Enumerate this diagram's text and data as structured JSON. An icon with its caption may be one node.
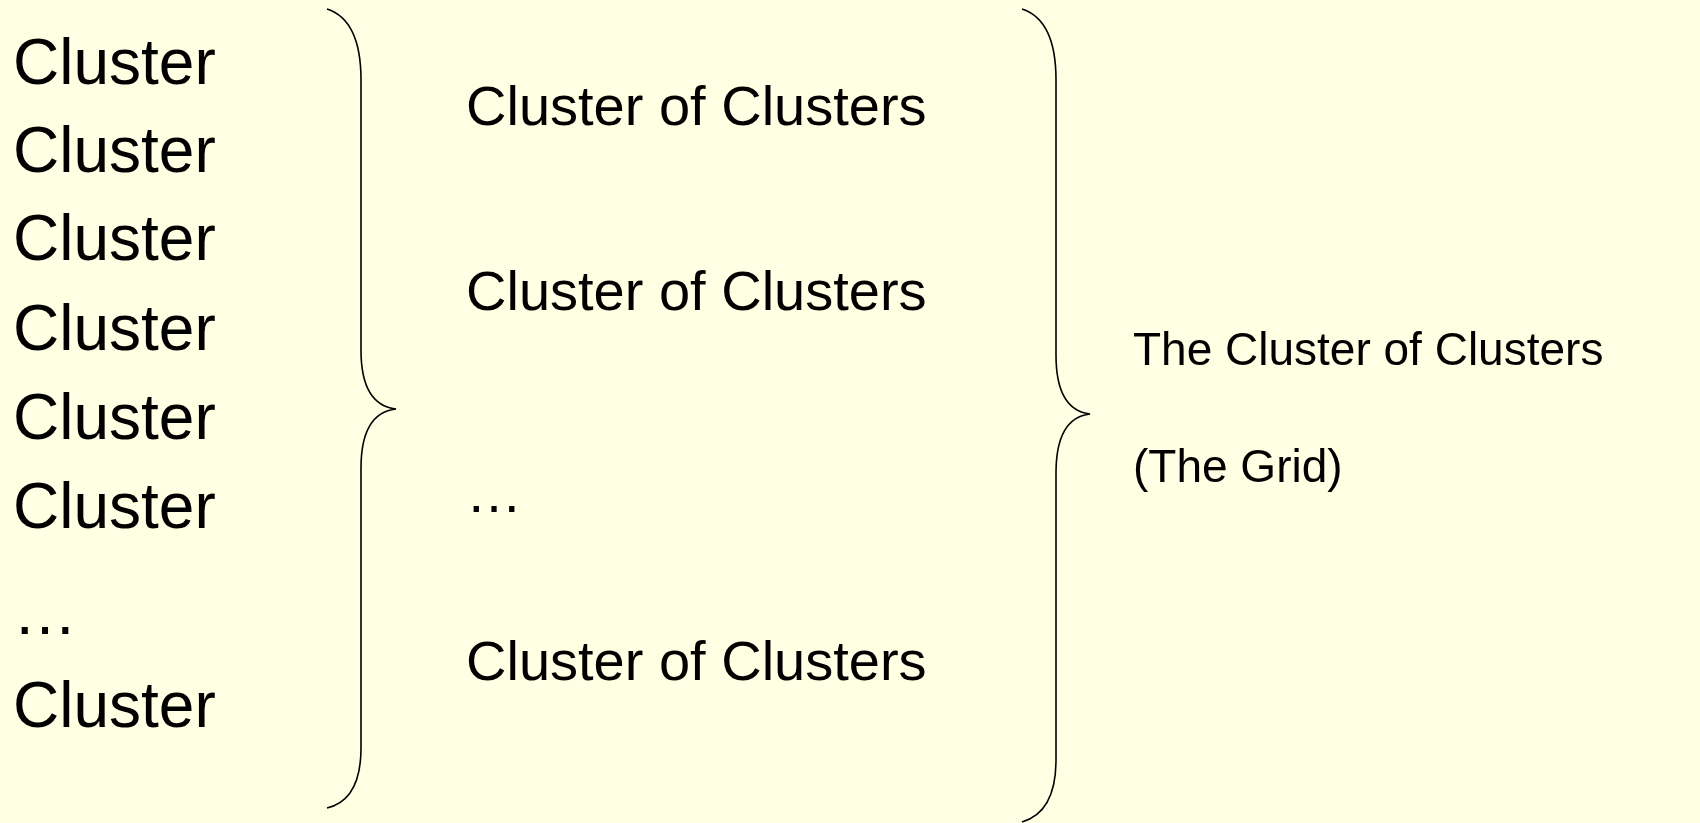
{
  "diagram": {
    "labels": [
      "Cluster",
      "Cluster",
      "Cluster",
      "Cluster",
      "Cluster",
      "Cluster",
      "…",
      "Cluster",
      "Cluster of Clusters",
      "Cluster of Clusters",
      "…",
      "Cluster of Clusters",
      "The Cluster of Clusters",
      "(The Grid)"
    ]
  }
}
